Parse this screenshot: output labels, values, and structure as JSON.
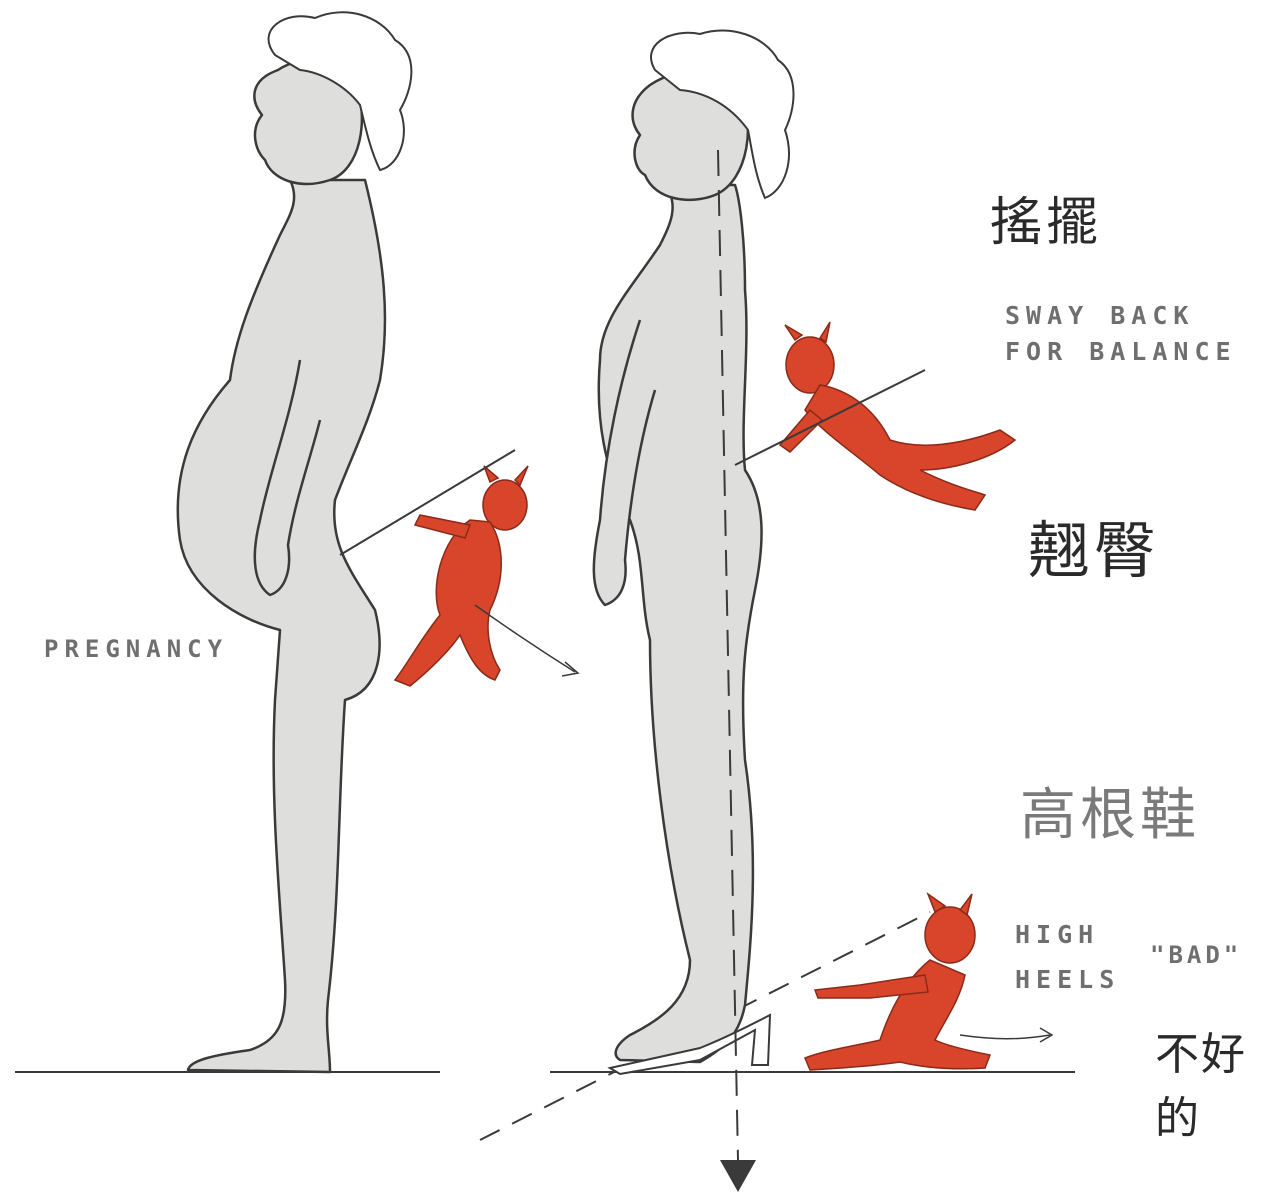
{
  "labels": {
    "pregnancy": "PREGNANCY",
    "sway_back_line1": "SWAY BACK",
    "sway_back_line2": "FOR BALANCE",
    "high_heels_line1": "HIGH",
    "high_heels_line2": "HEELS",
    "bad": "\"BAD\""
  },
  "annotations": {
    "sway": "搖擺",
    "buttocks": "翹臀",
    "heels": "高根鞋",
    "bad": "不好的"
  },
  "colors": {
    "figure_fill": "#dededc",
    "outline": "#3a3a3a",
    "devil": "#d9452b",
    "label_gray": "#6f6f6f"
  }
}
